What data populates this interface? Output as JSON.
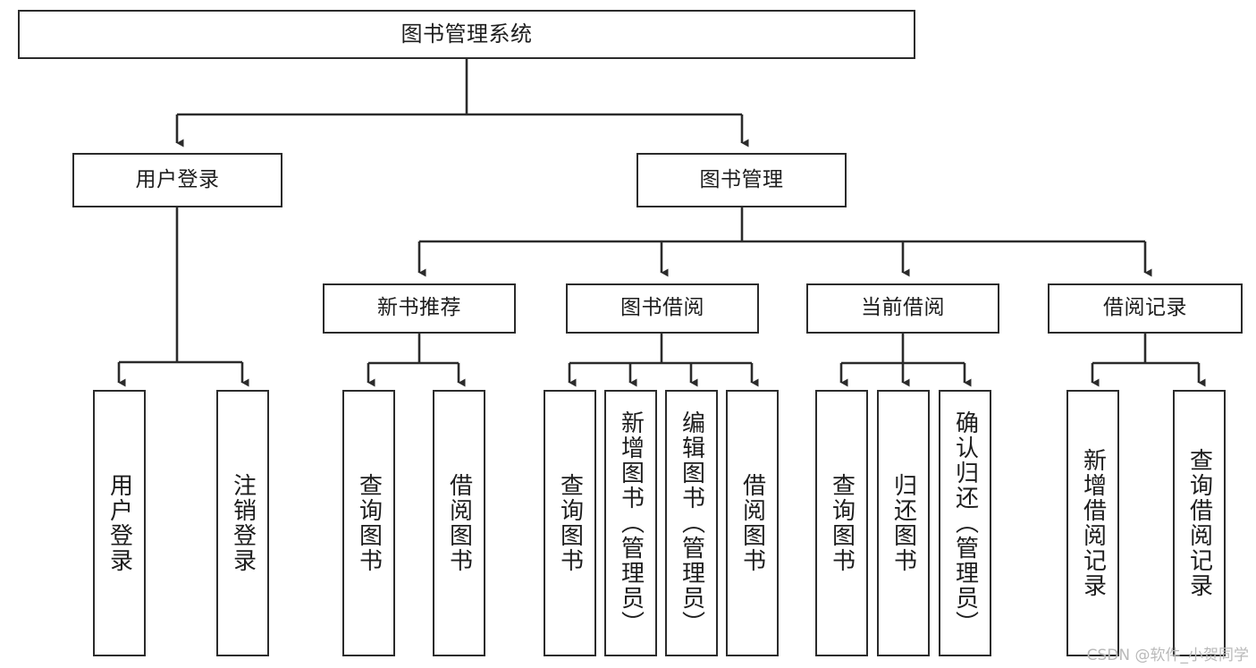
{
  "diagram": {
    "type": "tree-hierarchy-chart",
    "title": "图书管理系统",
    "orientation": "top-down",
    "box_fill": "#ffffff",
    "box_stroke": "#2b2b2b",
    "text_color": "#1d1d1d",
    "levels": 4,
    "nodes": {
      "root": {
        "label": "图书管理系统",
        "level": 1
      },
      "level2": [
        {
          "label": "用户登录",
          "level": 2
        },
        {
          "label": "图书管理",
          "level": 2
        }
      ],
      "level3": [
        {
          "label": "新书推荐",
          "level": 3
        },
        {
          "label": "图书借阅",
          "level": 3
        },
        {
          "label": "当前借阅",
          "level": 3
        },
        {
          "label": "借阅记录",
          "level": 3
        }
      ],
      "leaves": {
        "user_login": [
          {
            "label": "用户登录"
          },
          {
            "label": "注销登录"
          }
        ],
        "new_book_recommend": [
          {
            "label": "查询图书"
          },
          {
            "label": "借阅图书"
          }
        ],
        "book_borrow": [
          {
            "label": "查询图书"
          },
          {
            "label": "新增图书（管理员）"
          },
          {
            "label": "编辑图书（管理员）"
          },
          {
            "label": "借阅图书"
          }
        ],
        "current_borrow": [
          {
            "label": "查询图书"
          },
          {
            "label": "归还图书"
          },
          {
            "label": "确认归还（管理员）"
          }
        ],
        "borrow_records": [
          {
            "label": "新增借阅记录"
          },
          {
            "label": "查询借阅记录"
          }
        ]
      }
    },
    "edges": [
      {
        "from": "图书管理系统",
        "to": "用户登录"
      },
      {
        "from": "图书管理系统",
        "to": "图书管理"
      },
      {
        "from": "用户登录",
        "to": "用户登录"
      },
      {
        "from": "用户登录",
        "to": "注销登录"
      },
      {
        "from": "图书管理",
        "to": "新书推荐"
      },
      {
        "from": "图书管理",
        "to": "图书借阅"
      },
      {
        "from": "图书管理",
        "to": "当前借阅"
      },
      {
        "from": "图书管理",
        "to": "借阅记录"
      },
      {
        "from": "新书推荐",
        "to": "查询图书"
      },
      {
        "from": "新书推荐",
        "to": "借阅图书"
      },
      {
        "from": "图书借阅",
        "to": "查询图书"
      },
      {
        "from": "图书借阅",
        "to": "新增图书（管理员）"
      },
      {
        "from": "图书借阅",
        "to": "编辑图书（管理员）"
      },
      {
        "from": "图书借阅",
        "to": "借阅图书"
      },
      {
        "from": "当前借阅",
        "to": "查询图书"
      },
      {
        "from": "当前借阅",
        "to": "归还图书"
      },
      {
        "from": "当前借阅",
        "to": "确认归还（管理员）"
      },
      {
        "from": "借阅记录",
        "to": "新增借阅记录"
      },
      {
        "from": "借阅记录",
        "to": "查询借阅记录"
      }
    ]
  },
  "watermark": {
    "text": "CSDN @软件_小贺同学"
  }
}
